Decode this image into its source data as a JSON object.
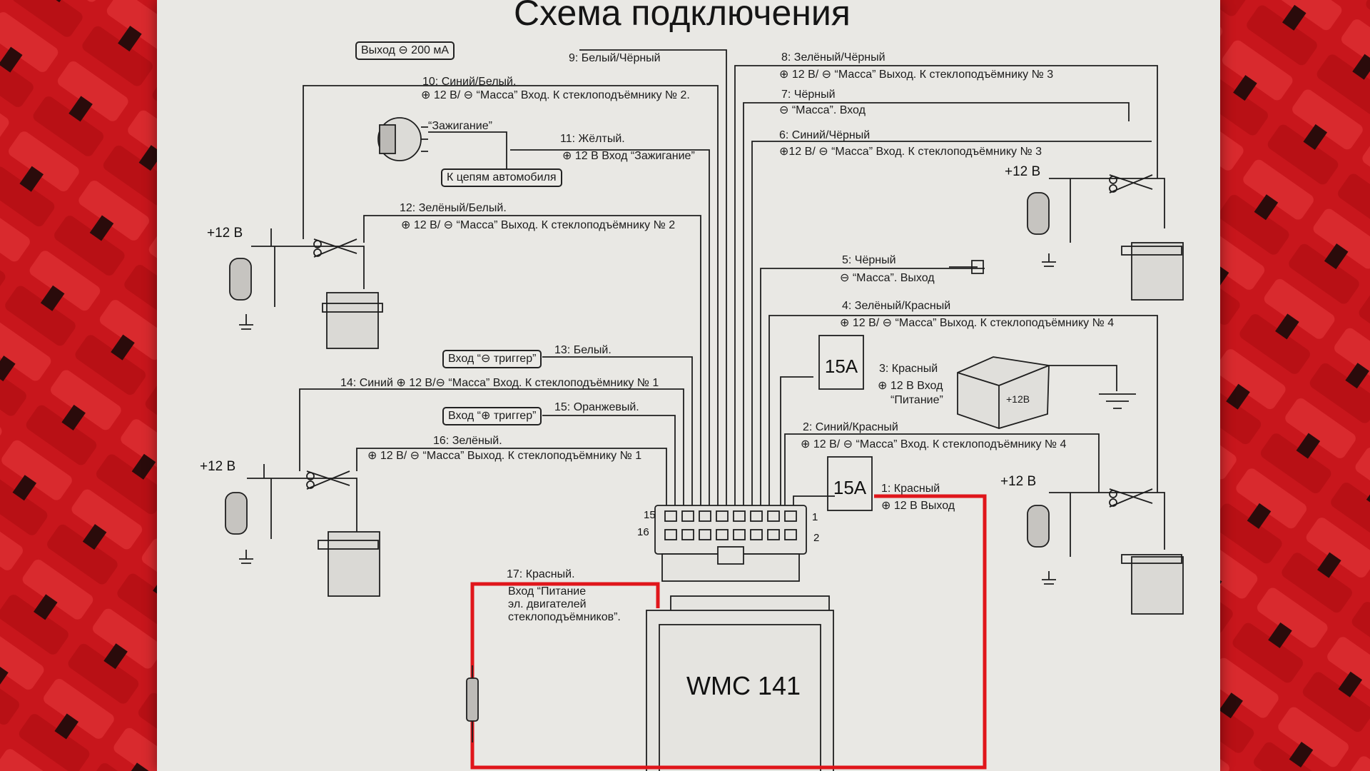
{
  "title": "Схема подключения",
  "device": "WMC 141",
  "wires": {
    "w1": "1: Красный",
    "w1d": "⊕ 12 В Выход",
    "w2": "2: Синий/Красный",
    "w2d": "⊕ 12 В/ ⊖ “Масса” Вход. К стеклоподъёмнику № 4",
    "w3": "3: Красный",
    "w3d1": "⊕ 12 В Вход",
    "w3d2": "“Питание”",
    "w4": "4: Зелёный/Красный",
    "w4d": "⊕ 12 В/ ⊖ “Масса” Выход. К стеклоподъёмнику № 4",
    "w5": "5: Чёрный",
    "w5d": "⊖ “Масса”. Выход",
    "w6": "6: Синий/Чёрный",
    "w6d": "⊕12 В/ ⊖ “Масса” Вход. К стеклоподъёмнику № 3",
    "w7": "7: Чёрный",
    "w7d": "⊖ “Масса”. Вход",
    "w8": "8: Зелёный/Чёрный",
    "w8d": "⊕ 12 В/ ⊖ “Масса” Выход. К стеклоподъёмнику № 3",
    "w9": "9: Белый/Чёрный",
    "w10": "10: Синий/Белый.",
    "w10d": "⊕ 12 В/ ⊖ “Масса” Вход. К стеклоподъёмнику № 2.",
    "w11": "11: Жёлтый.",
    "w11d": "⊕ 12 В Вход “Зажигание”",
    "w12": "12: Зелёный/Белый.",
    "w12d": "⊕ 12 В/ ⊖ “Масса” Выход. К стеклоподъёмнику № 2",
    "w13": "13: Белый.",
    "w14": "14: Синий ⊕ 12 В/⊖ “Масса” Вход. К стеклоподъёмнику № 1",
    "w15": "15: Оранжевый.",
    "w16": "16: Зелёный.",
    "w16d": "⊕ 12 В/ ⊖ “Масса” Выход. К стеклоподъёмнику № 1",
    "w17": "17: Красный.",
    "w17d1": "Вход “Питание",
    "w17d2": "эл. двигателей",
    "w17d3": "стеклоподъёмников”."
  },
  "boxes": {
    "out200": "Выход ⊖ 200 мА",
    "toCircuits": "К цепям автомобиля",
    "trigNeg": "Вход “⊖ триггер”",
    "trigPos": "Вход “⊕ триггер”"
  },
  "labels": {
    "ignition": "“Зажигание”",
    "plus12": "+12 В",
    "fuse": "15A",
    "battery": "+12В",
    "pin1": "1",
    "pin2": "2",
    "pin15": "15",
    "pin16": "16"
  },
  "colors": {
    "highlight": "#e0161b",
    "background": "#c8161c",
    "paper": "#e9e8e4"
  }
}
